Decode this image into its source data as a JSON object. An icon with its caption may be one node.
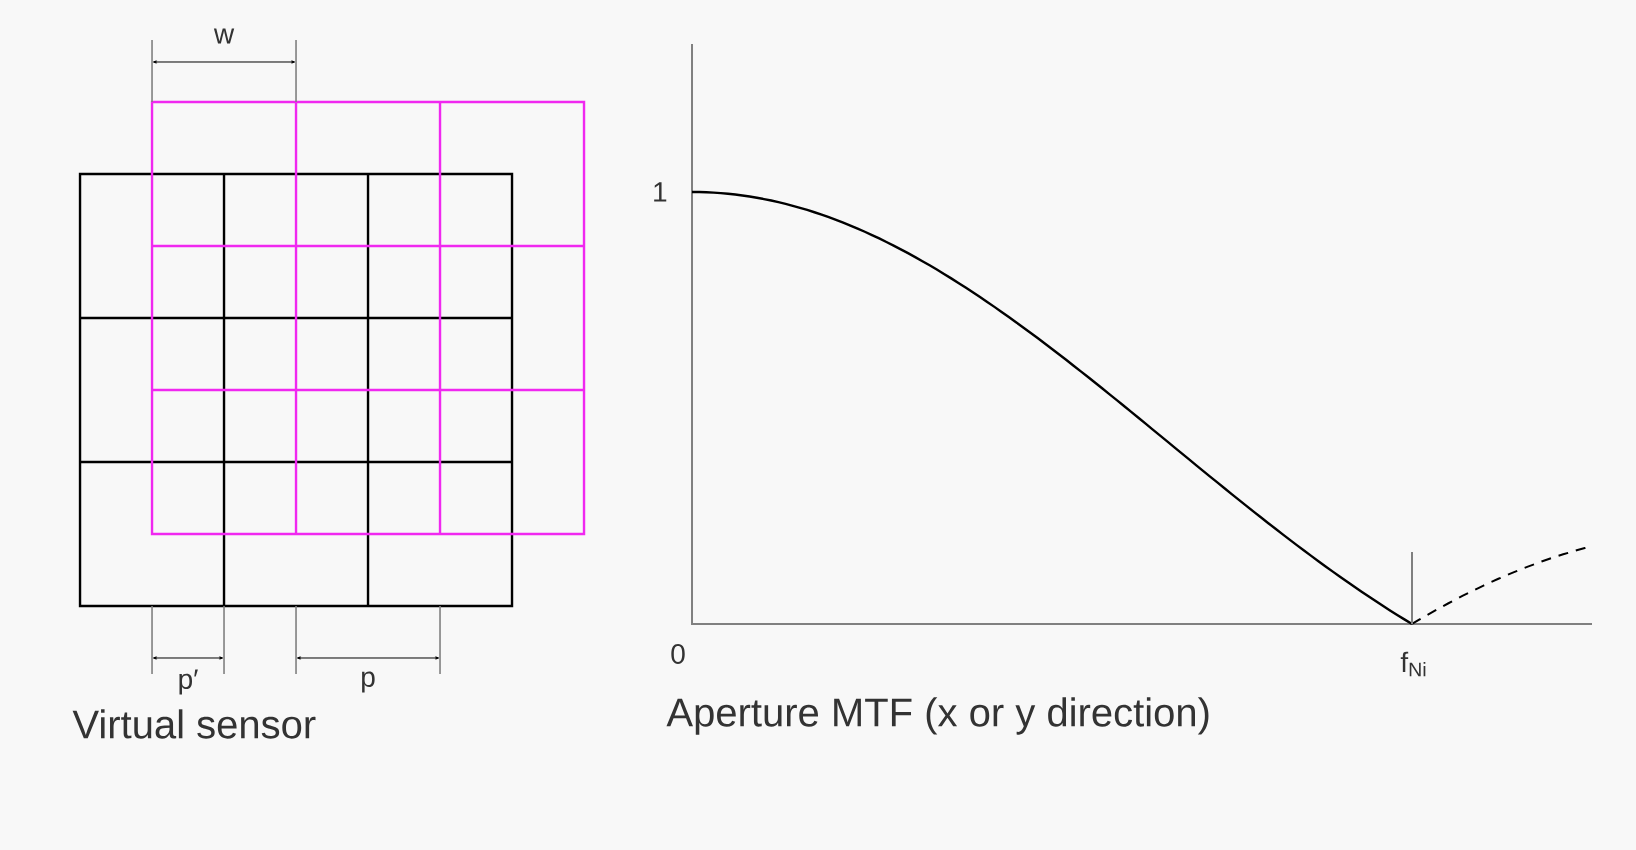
{
  "diagram": {
    "labels": [
      "w",
      "p′",
      "p",
      "Virtual sensor",
      "1",
      "0",
      "f$_{Ni}$",
      "Aperture MTF (x or y direction)"
    ]
  }
}
